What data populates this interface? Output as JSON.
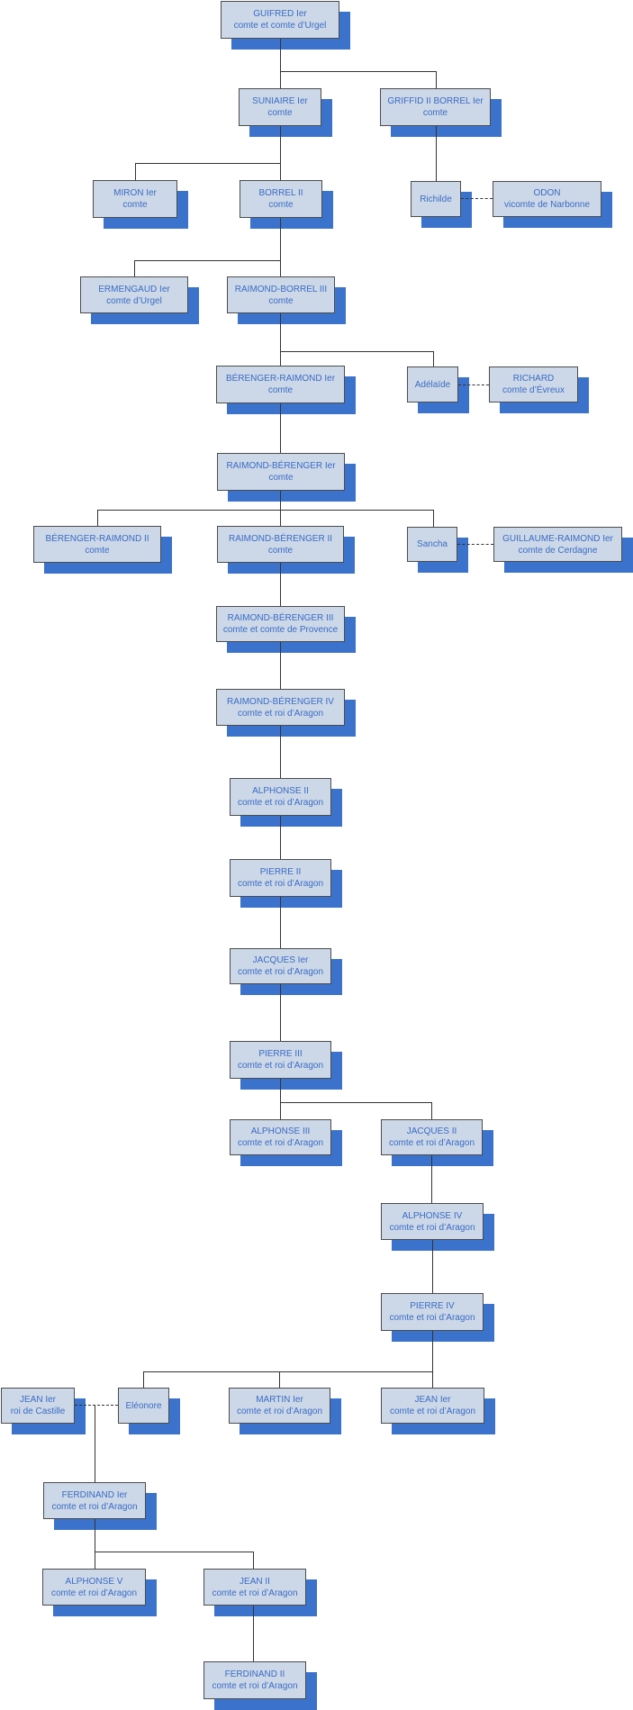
{
  "nodes": [
    {
      "name": "GUIFRED Ier",
      "title": "comte et comte d’Urgel"
    },
    {
      "name": "SUNIAIRE Ier",
      "title": "comte"
    },
    {
      "name": "GRIFFID II BORREL Ier",
      "title": "comte"
    },
    {
      "name": "MIRON Ier",
      "title": "comte"
    },
    {
      "name": "BORREL II",
      "title": "comte"
    },
    {
      "name": "Richilde",
      "title": ""
    },
    {
      "name": "ODON",
      "title": "vicomte de Narbonne"
    },
    {
      "name": "ERMENGAUD Ier",
      "title": "comte d’Urgel"
    },
    {
      "name": "RAIMOND-BORREL III",
      "title": "comte"
    },
    {
      "name": "BÉRENGER-RAIMOND Ier",
      "title": "comte"
    },
    {
      "name": "Adélaïde",
      "title": ""
    },
    {
      "name": "RICHARD",
      "title": "comte d’Évreux"
    },
    {
      "name": "RAIMOND-BÉRENGER Ier",
      "title": "comte"
    },
    {
      "name": "BÉRENGER-RAIMOND II",
      "title": "comte"
    },
    {
      "name": "RAIMOND-BÉRENGER II",
      "title": "comte"
    },
    {
      "name": "Sancha",
      "title": ""
    },
    {
      "name": "GUILLAUME-RAIMOND Ier",
      "title": "comte de Cerdagne"
    },
    {
      "name": "RAIMOND-BÉRENGER III",
      "title": "comte et comte de Provence"
    },
    {
      "name": "RAIMOND-BÉRENGER IV",
      "title": "comte et roi d’Aragon"
    },
    {
      "name": "ALPHONSE II",
      "title": "comte et roi d’Aragon"
    },
    {
      "name": "PIERRE II",
      "title": "comte et roi d’Aragon"
    },
    {
      "name": "JACQUES Ier",
      "title": "comte et roi d’Aragon"
    },
    {
      "name": "PIERRE III",
      "title": "comte et roi d’Aragon"
    },
    {
      "name": "ALPHONSE III",
      "title": "comte et roi d’Aragon"
    },
    {
      "name": "JACQUES II",
      "title": "comte et roi d’Aragon"
    },
    {
      "name": "ALPHONSE IV",
      "title": "comte et roi d’Aragon"
    },
    {
      "name": "PIERRE IV",
      "title": "comte et roi d’Aragon"
    },
    {
      "name": "JEAN Ier",
      "title": "roi de Castille"
    },
    {
      "name": "Eléonore",
      "title": ""
    },
    {
      "name": "MARTIN Ier",
      "title": "comte et roi d’Aragon"
    },
    {
      "name": "JEAN Ier",
      "title": "comte et roi d’Aragon"
    },
    {
      "name": "FERDINAND Ier",
      "title": "comte et roi d’Aragon"
    },
    {
      "name": "ALPHONSE V",
      "title": "comte et roi d’Aragon"
    },
    {
      "name": "JEAN II",
      "title": "comte et roi d’Aragon"
    },
    {
      "name": "FERDINAND II",
      "title": "comte et roi d’Aragon"
    }
  ],
  "edges": {
    "parent_child": [
      [
        0,
        1
      ],
      [
        0,
        2
      ],
      [
        1,
        3
      ],
      [
        1,
        4
      ],
      [
        2,
        5
      ],
      [
        4,
        7
      ],
      [
        4,
        8
      ],
      [
        8,
        9
      ],
      [
        8,
        10
      ],
      [
        9,
        12
      ],
      [
        12,
        13
      ],
      [
        12,
        14
      ],
      [
        12,
        15
      ],
      [
        14,
        17
      ],
      [
        17,
        18
      ],
      [
        18,
        19
      ],
      [
        19,
        20
      ],
      [
        20,
        21
      ],
      [
        21,
        22
      ],
      [
        22,
        23
      ],
      [
        22,
        24
      ],
      [
        24,
        25
      ],
      [
        25,
        26
      ],
      [
        26,
        28
      ],
      [
        26,
        29
      ],
      [
        26,
        30
      ],
      [
        31,
        32
      ],
      [
        31,
        33
      ],
      [
        33,
        34
      ]
    ],
    "marriage": [
      [
        5,
        6
      ],
      [
        10,
        11
      ],
      [
        15,
        16
      ],
      [
        27,
        28
      ]
    ],
    "marriage_child": [
      [
        27,
        28,
        31
      ]
    ]
  },
  "colors": {
    "box_fill": "#ccd8e7",
    "box_border": "#4c4c4c",
    "text": "#3a6bc6",
    "shadow": "#3b72cb",
    "line": "#333333",
    "background": "#ffffff"
  }
}
